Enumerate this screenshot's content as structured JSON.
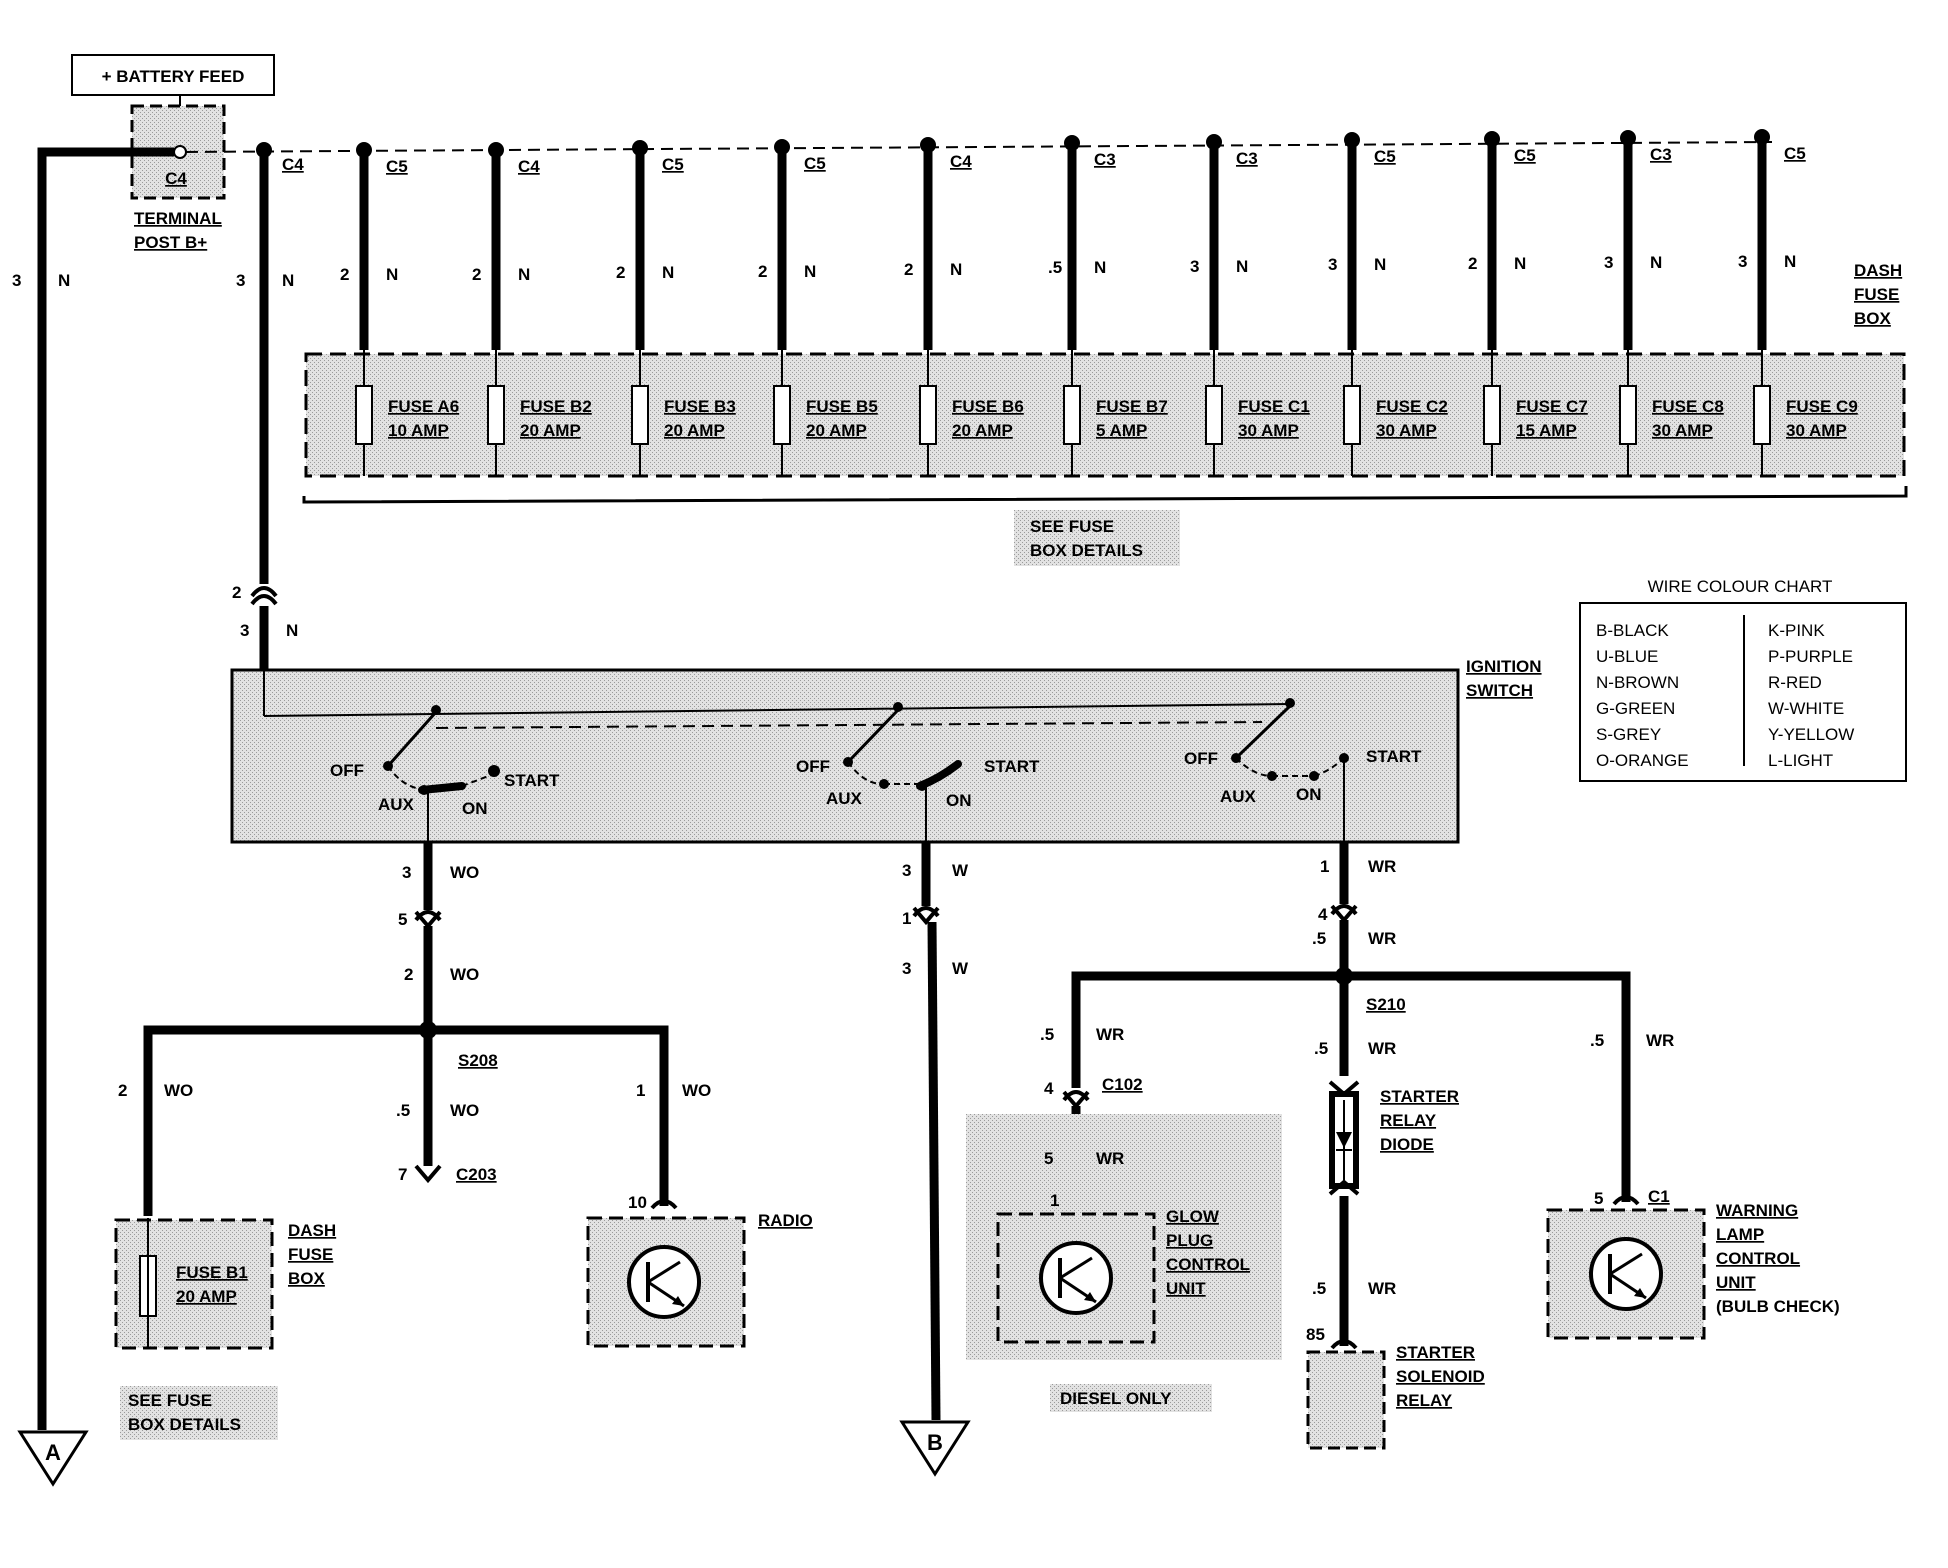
{
  "battery_feed": {
    "label": "+ BATTERY FEED"
  },
  "terminal_post": {
    "connector": "C4",
    "line1": "TERMINAL",
    "line2": "POST B+"
  },
  "wires": {
    "main_feed_a": {
      "size": "3",
      "color": "N"
    },
    "main_feed_b": {
      "size": "3",
      "color": "N"
    }
  },
  "fuse_box": {
    "title": [
      "DASH",
      "FUSE",
      "BOX"
    ],
    "see_details": [
      "SEE FUSE",
      "BOX DETAILS"
    ],
    "connector_top": "C4",
    "fuses": [
      {
        "connector": "C5",
        "size": "2",
        "color": "N",
        "name": "FUSE A6",
        "rating": "10 AMP"
      },
      {
        "connector": "C4",
        "size": "2",
        "color": "N",
        "name": "FUSE B2",
        "rating": "20 AMP"
      },
      {
        "connector": "C5",
        "size": "2",
        "color": "N",
        "name": "FUSE B3",
        "rating": "20 AMP"
      },
      {
        "connector": "C5",
        "size": "2",
        "color": "N",
        "name": "FUSE B5",
        "rating": "20 AMP"
      },
      {
        "connector": "C4",
        "size": "2",
        "color": "N",
        "name": "FUSE B6",
        "rating": "20 AMP"
      },
      {
        "connector": "C3",
        "size": ".5",
        "color": "N",
        "name": "FUSE B7",
        "rating": "5 AMP"
      },
      {
        "connector": "C3",
        "size": "3",
        "color": "N",
        "name": "FUSE C1",
        "rating": "30 AMP"
      },
      {
        "connector": "C5",
        "size": "3",
        "color": "N",
        "name": "FUSE C2",
        "rating": "30 AMP"
      },
      {
        "connector": "C5",
        "size": "2",
        "color": "N",
        "name": "FUSE C7",
        "rating": "15 AMP"
      },
      {
        "connector": "C3",
        "size": "3",
        "color": "N",
        "name": "FUSE C8",
        "rating": "30 AMP"
      },
      {
        "connector": "C5",
        "size": "3",
        "color": "N",
        "name": "FUSE C9",
        "rating": "30 AMP"
      }
    ]
  },
  "ignition_in": {
    "pin": "2",
    "size": "3",
    "color": "N"
  },
  "ignition_switch": {
    "title": [
      "IGNITION",
      "SWITCH"
    ],
    "off": "OFF",
    "aux": "AUX",
    "on": "ON",
    "start": "START"
  },
  "wire_colour_chart": {
    "title": "WIRE COLOUR CHART",
    "left": [
      "B-BLACK",
      "U-BLUE",
      "N-BROWN",
      "G-GREEN",
      "S-GREY",
      "O-ORANGE"
    ],
    "right": [
      "K-PINK",
      "P-PURPLE",
      "R-RED",
      "W-WHITE",
      "Y-YELLOW",
      "L-LIGHT"
    ]
  },
  "circuit_wo": {
    "w1": {
      "size": "3",
      "color": "WO"
    },
    "pin": "5",
    "w2": {
      "size": "2",
      "color": "WO"
    },
    "splice": "S208",
    "left": {
      "size": "2",
      "color": "WO"
    },
    "mid": {
      "size": ".5",
      "color": "WO",
      "pin": "7",
      "connector": "C203"
    },
    "right": {
      "size": "1",
      "color": "WO",
      "pin": "10"
    },
    "dash_fuse_box": [
      "DASH",
      "FUSE",
      "BOX"
    ],
    "fuse_b1": {
      "name": "FUSE B1",
      "rating": "20 AMP"
    },
    "see_details": [
      "SEE FUSE",
      "BOX DETAILS"
    ],
    "radio": "RADIO"
  },
  "circuit_w": {
    "w1": {
      "size": "3",
      "color": "W"
    },
    "pin": "1",
    "w2": {
      "size": "3",
      "color": "W"
    }
  },
  "circuit_wr": {
    "w1": {
      "size": "1",
      "color": "WR"
    },
    "pin_top": "4",
    "w2": {
      "size": ".5",
      "color": "WR"
    },
    "splice": "S210",
    "left": {
      "size": ".5",
      "color": "WR",
      "pin": "4",
      "connector": "C102",
      "pin2": "5",
      "color2": "WR",
      "pin3": "1"
    },
    "mid": {
      "size": ".5",
      "color": "WR"
    },
    "diode": [
      "STARTER",
      "RELAY",
      "DIODE"
    ],
    "lower": {
      "size": ".5",
      "color": "WR",
      "pin": "85"
    },
    "right": {
      "size": ".5",
      "color": "WR",
      "pin": "5",
      "connector": "C1"
    },
    "glow_plug": [
      "GLOW",
      "PLUG",
      "CONTROL",
      "UNIT"
    ],
    "diesel_only": "DIESEL ONLY",
    "solenoid": [
      "STARTER",
      "SOLENOID",
      "RELAY"
    ],
    "warning_lamp": [
      "WARNING",
      "LAMP",
      "CONTROL",
      "UNIT",
      "(BULB CHECK)"
    ]
  },
  "ground_symbols": {
    "a": "A",
    "b": "B"
  }
}
